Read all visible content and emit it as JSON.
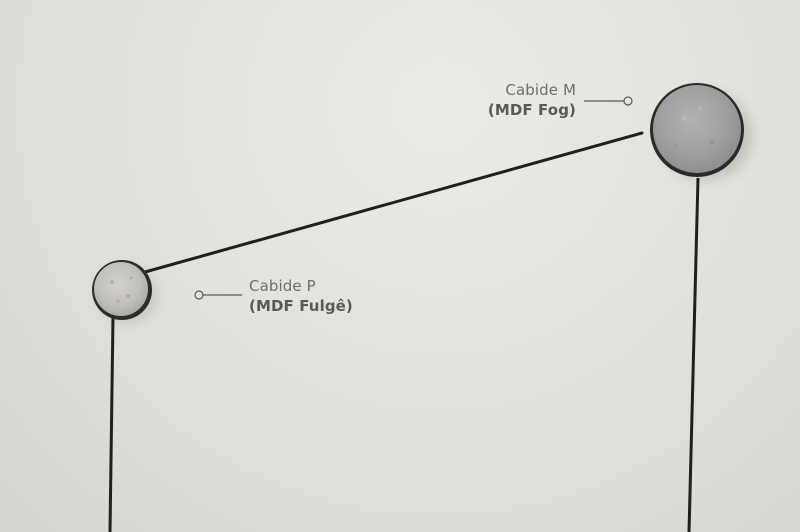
{
  "callouts": {
    "hanger_m": {
      "name": "Cabide M",
      "material": "(MDF Fog)"
    },
    "hanger_p": {
      "name": "Cabide P",
      "material": "(MDF Fulgê)"
    }
  },
  "colors": {
    "wall": "#e3e2dd",
    "cord": "#1f1f1f",
    "disc_m": "#a3a4a6",
    "disc_p": "#c3c2bf",
    "callout_text": "#6d6e70",
    "leader_line": "#58595b"
  }
}
